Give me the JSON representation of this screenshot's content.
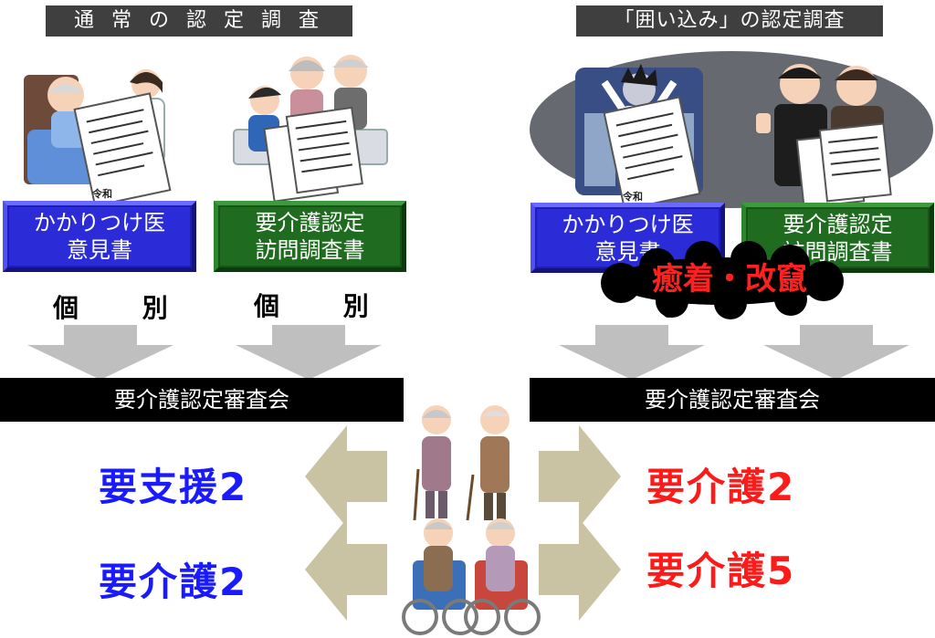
{
  "left": {
    "title": "通 常 の 認 定 調 査",
    "box_blue": [
      "かかりつけ医",
      "意見書"
    ],
    "box_green": [
      "要介護認定",
      "訪問調査書"
    ],
    "label_a": "個 別",
    "label_b": "個 別",
    "board": "要介護認定審査会",
    "result_top": "要支援2",
    "result_bottom": "要介護2",
    "result_color": "#1a1aff"
  },
  "right": {
    "title": "「囲い込み」の認定調査",
    "box_blue": [
      "かかりつけ医",
      "意見書"
    ],
    "box_green": [
      "要介護認定",
      "訪問調査書"
    ],
    "cloud": "癒着・改竄",
    "board": "要介護認定審査会",
    "result_top": "要介護2",
    "result_bottom": "要介護5",
    "result_color": "#ff1a1a"
  },
  "doc_stamp": "令和",
  "colors": {
    "arrow_gray": "#bfbfbf",
    "arrow_tan": "#c9c3a3",
    "cloud_red": "#ff2020"
  }
}
